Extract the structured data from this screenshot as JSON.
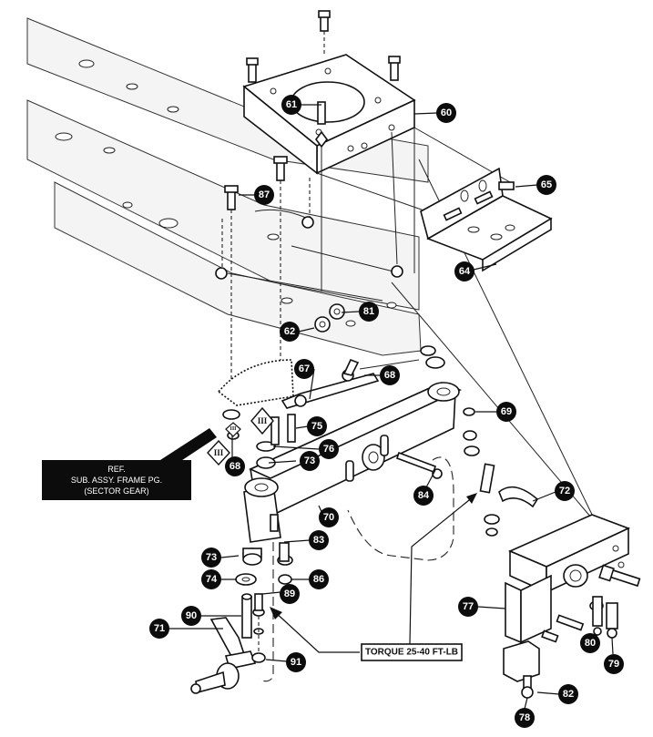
{
  "callouts": [
    {
      "id": "60",
      "label": "60"
    },
    {
      "id": "61",
      "label": "61"
    },
    {
      "id": "62",
      "label": "62"
    },
    {
      "id": "64",
      "label": "64"
    },
    {
      "id": "65",
      "label": "65"
    },
    {
      "id": "67",
      "label": "67"
    },
    {
      "id": "68a",
      "label": "68"
    },
    {
      "id": "68b",
      "label": "68"
    },
    {
      "id": "69",
      "label": "69"
    },
    {
      "id": "70",
      "label": "70"
    },
    {
      "id": "71",
      "label": "71"
    },
    {
      "id": "72",
      "label": "72"
    },
    {
      "id": "73a",
      "label": "73"
    },
    {
      "id": "73b",
      "label": "73"
    },
    {
      "id": "74",
      "label": "74"
    },
    {
      "id": "75",
      "label": "75"
    },
    {
      "id": "76",
      "label": "76"
    },
    {
      "id": "77",
      "label": "77"
    },
    {
      "id": "78",
      "label": "78"
    },
    {
      "id": "79",
      "label": "79"
    },
    {
      "id": "80",
      "label": "80"
    },
    {
      "id": "81",
      "label": "81"
    },
    {
      "id": "82",
      "label": "82"
    },
    {
      "id": "83",
      "label": "83"
    },
    {
      "id": "84",
      "label": "84"
    },
    {
      "id": "86",
      "label": "86"
    },
    {
      "id": "87",
      "label": "87"
    },
    {
      "id": "89",
      "label": "89"
    },
    {
      "id": "90",
      "label": "90"
    },
    {
      "id": "91",
      "label": "91"
    }
  ],
  "ref_note": {
    "line1": "REF.",
    "line2": "SUB. ASSY. FRAME PG.",
    "line3": "(SECTOR GEAR)"
  },
  "torque_note": "TORQUE 25-40 FT-LB",
  "roman_marks": [
    "III",
    "III",
    "III"
  ]
}
